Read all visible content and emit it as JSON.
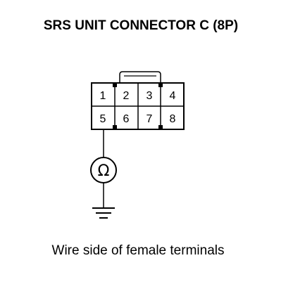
{
  "title": "SRS UNIT CONNECTOR C (8P)",
  "connector": {
    "pins_top": [
      "1",
      "2",
      "3",
      "4"
    ],
    "pins_bottom": [
      "5",
      "6",
      "7",
      "8"
    ]
  },
  "meter": {
    "symbol": "Ω",
    "icon": "ohmmeter-icon"
  },
  "ground": {
    "icon": "ground-icon"
  },
  "caption": "Wire side of female terminals"
}
